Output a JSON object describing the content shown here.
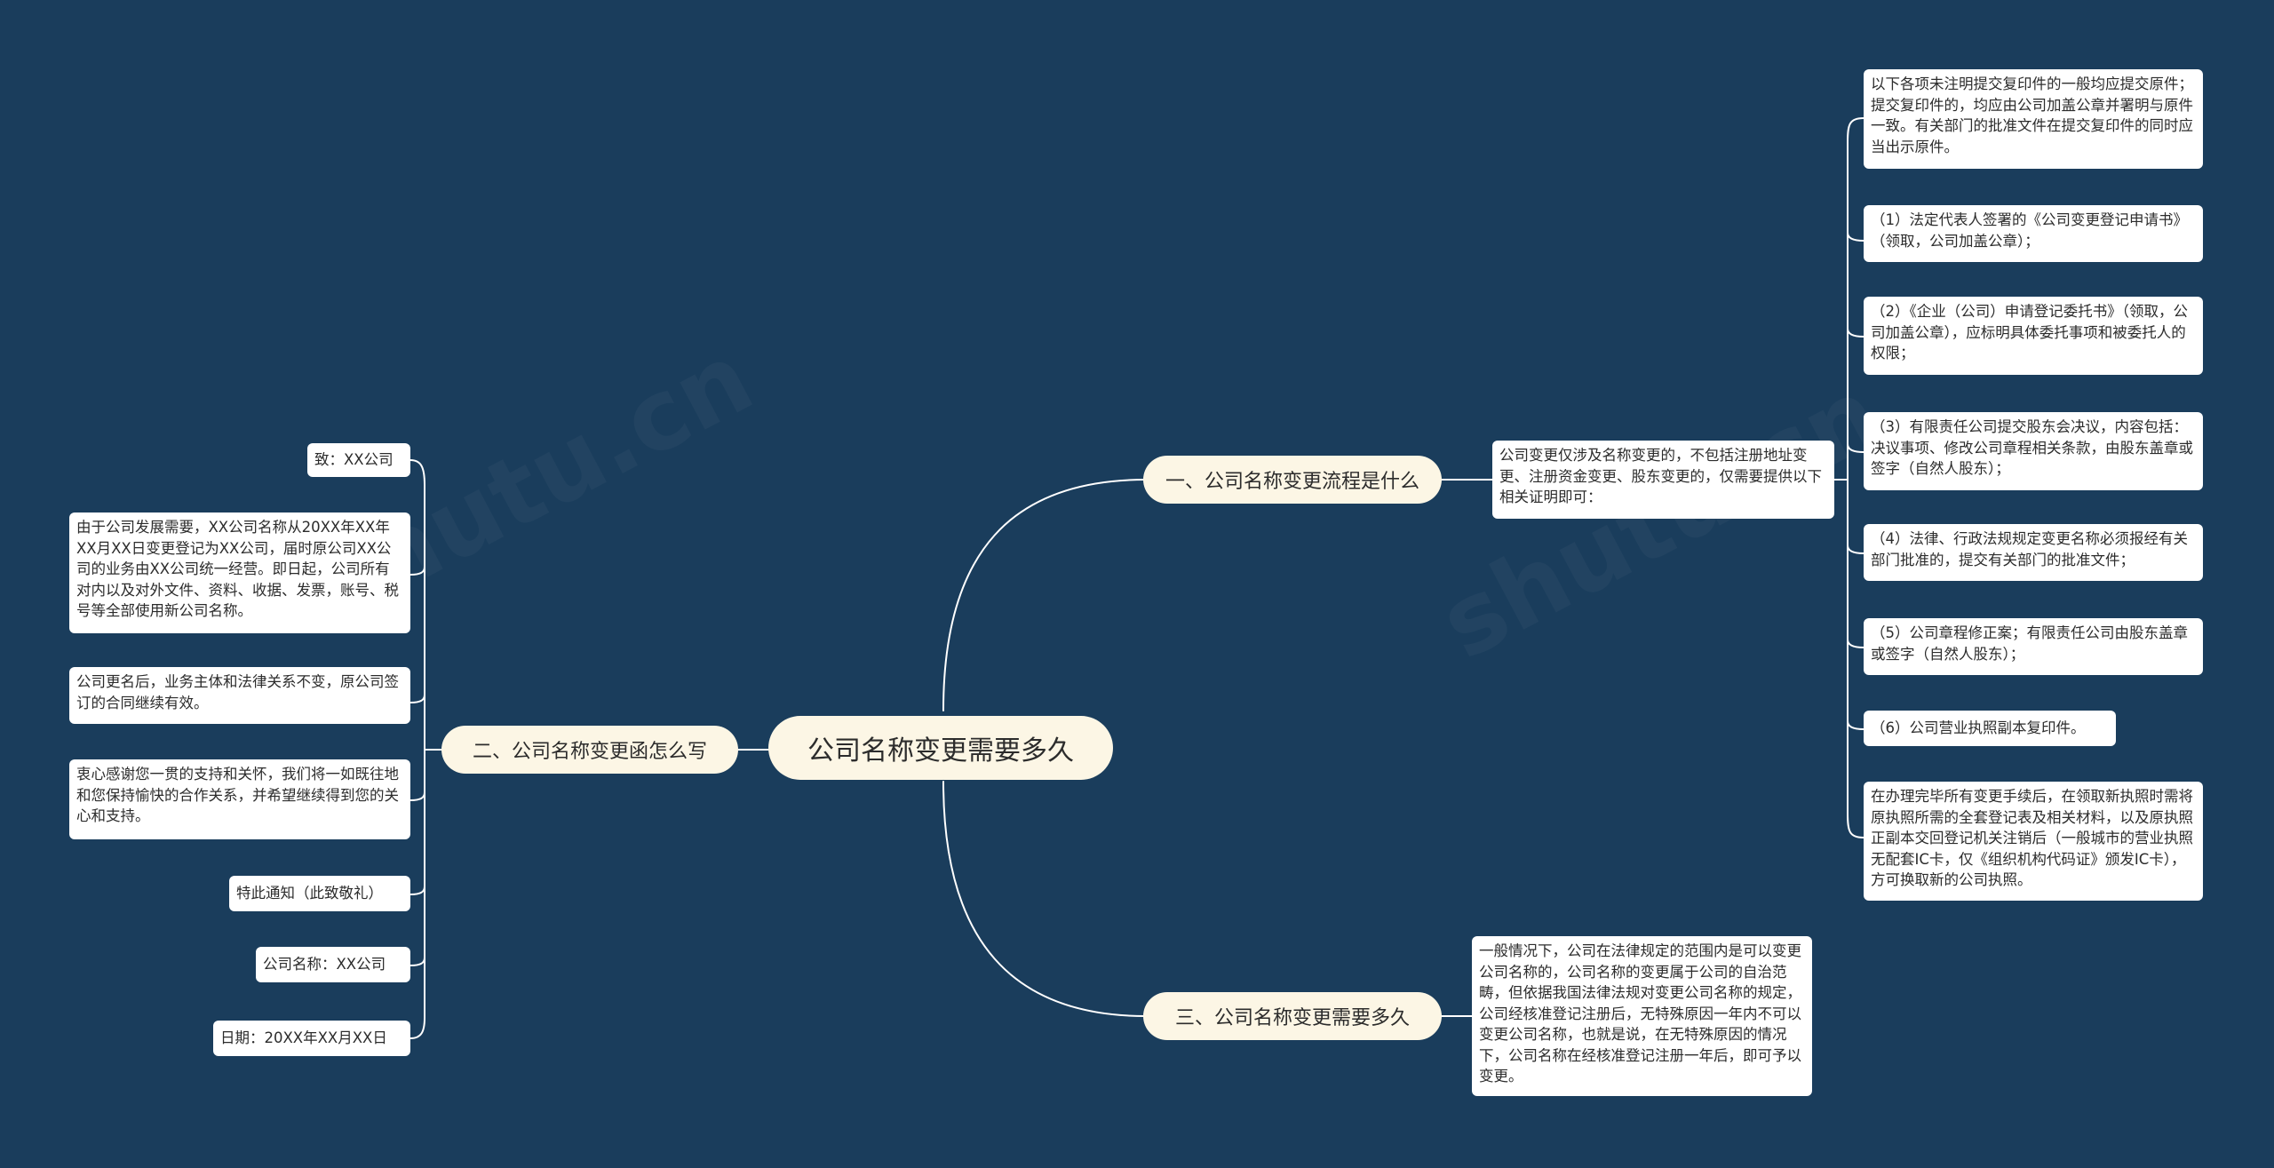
{
  "root": {
    "label": "公司名称变更需要多久"
  },
  "branches": {
    "b1": {
      "label": "一、公司名称变更流程是什么"
    },
    "b2": {
      "label": "二、公司名称变更函怎么写"
    },
    "b3": {
      "label": "三、公司名称变更需要多久"
    }
  },
  "b1_summary": "公司变更仅涉及名称变更的，不包括注册地址变更、注册资金变更、股东变更的，仅需要提供以下相关证明即可：",
  "b1_items": [
    "以下各项未注明提交复印件的一般均应提交原件；提交复印件的，均应由公司加盖公章并署明与原件一致。有关部门的批准文件在提交复印件的同时应当出示原件。",
    "（1）法定代表人签署的《公司变更登记申请书》（领取，公司加盖公章）；",
    "（2）《企业（公司）申请登记委托书》（领取，公司加盖公章），应标明具体委托事项和被委托人的权限；",
    "（3）有限责任公司提交股东会决议，内容包括：决议事项、修改公司章程相关条款，由股东盖章或签字（自然人股东）；",
    "（4）法律、行政法规规定变更名称必须报经有关部门批准的，提交有关部门的批准文件；",
    "（5）公司章程修正案；有限责任公司由股东盖章或签字（自然人股东）；",
    "（6）公司营业执照副本复印件。",
    "在办理完毕所有变更手续后，在领取新执照时需将原执照所需的全套登记表及相关材料，以及原执照正副本交回登记机关注销后（一般城市的营业执照无配套IC卡，仅《组织机构代码证》颁发IC卡），方可换取新的公司执照。"
  ],
  "b2_items": [
    "致：XX公司",
    "由于公司发展需要，XX公司名称从20XX年XX年XX月XX日变更登记为XX公司，届时原公司XX公司的业务由XX公司统一经营。即日起，公司所有对内以及对外文件、资料、收据、发票，账号、税号等全部使用新公司名称。",
    "公司更名后，业务主体和法律关系不变，原公司签订的合同继续有效。",
    "衷心感谢您一贯的支持和关怀，我们将一如既往地和您保持愉快的合作关系，并希望继续得到您的关心和支持。",
    "特此通知（此致敬礼）",
    "公司名称：XX公司",
    "日期：20XX年XX月XX日"
  ],
  "b3_items": [
    "一般情况下，公司在法律规定的范围内是可以变更公司名称的，公司名称的变更属于公司的自治范畴，但依据我国法律法规对变更公司名称的规定，公司经核准登记注册后，无特殊原因一年内不可以变更公司名称，也就是说，在无特殊原因的情况下，公司名称在经核准登记注册一年后，即可予以变更。"
  ],
  "colors": {
    "background": "#1a3d5c",
    "node_fill": "#fcf6e5",
    "leaf_fill": "#ffffff",
    "connector": "#ffffff"
  }
}
